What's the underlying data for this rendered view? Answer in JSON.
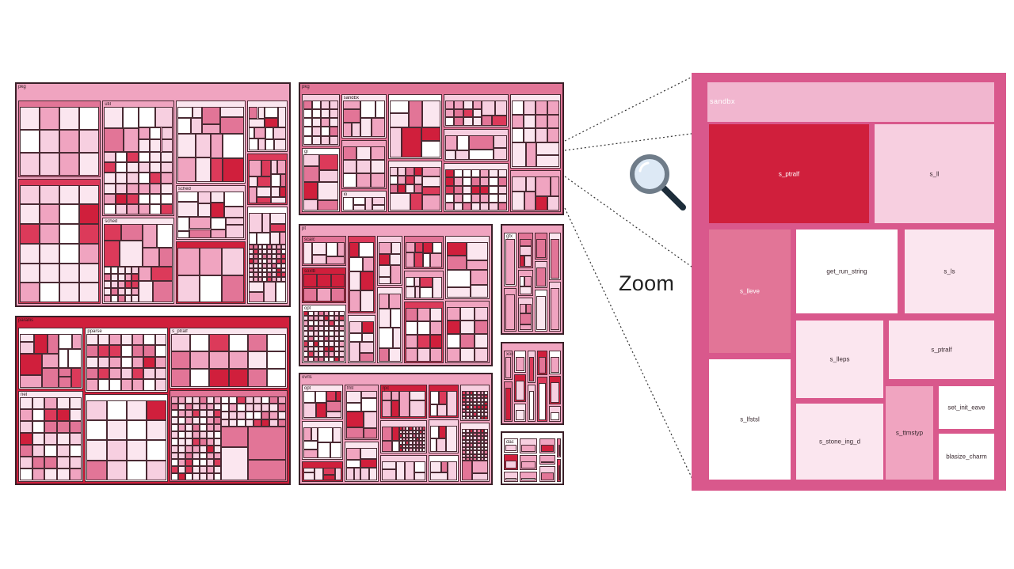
{
  "zoom_label": "Zoom",
  "icons": {
    "magnifier": "magnifier-icon"
  },
  "colors": {
    "dark_red": "#d01f3c",
    "red": "#dc3a5a",
    "rose": "#e27597",
    "pink": "#f0a4c0",
    "light_pink": "#f7cfe0",
    "pale_pink": "#fbe6ef",
    "white": "#ffffff",
    "frame": "#d9588c",
    "band": "#e891b5"
  },
  "zoom_panel": {
    "title": "sandbx",
    "cells": [
      {
        "label": "s_ptralf",
        "tone": "dark_red"
      },
      {
        "label": "s_ll",
        "tone": "light_pink"
      },
      {
        "label": "s_lleve",
        "tone": "rose"
      },
      {
        "label": "get_run_string",
        "tone": "white"
      },
      {
        "label": "s_ls",
        "tone": "pale_pink"
      },
      {
        "label": "s_lfstsl",
        "tone": "white"
      },
      {
        "label": "s_lleps",
        "tone": "pale_pink"
      },
      {
        "label": "s_ptralf",
        "tone": "pale_pink"
      },
      {
        "label": "s_stone_ing_d",
        "tone": "pale_pink"
      },
      {
        "label": "s_ttmstyp",
        "tone": "pink"
      },
      {
        "label": "set_init_eave",
        "tone": "white"
      },
      {
        "label": "blasize_charm",
        "tone": "white"
      }
    ]
  },
  "treemap": {
    "panels": [
      {
        "label": "pkg",
        "tone": "pink"
      },
      {
        "label": "pkg",
        "tone": "rose"
      },
      {
        "label": "parallis",
        "tone": "dark_red"
      },
      {
        "label": "pt",
        "tone": "pink"
      },
      {
        "label": "ovrls",
        "tone": "pink"
      },
      {
        "label": "",
        "tone": "pink"
      },
      {
        "label": "",
        "tone": "pink"
      },
      {
        "label": "",
        "tone": "white"
      }
    ],
    "labels": [
      "util",
      "sched",
      "sched",
      "gl",
      "sandbx",
      "io",
      "net",
      "pparse",
      "s_ptralf",
      "scalc",
      "soxlb",
      "opt",
      "opt",
      "fmt",
      "rpc",
      "gfx",
      "xorg",
      "dac"
    ]
  }
}
